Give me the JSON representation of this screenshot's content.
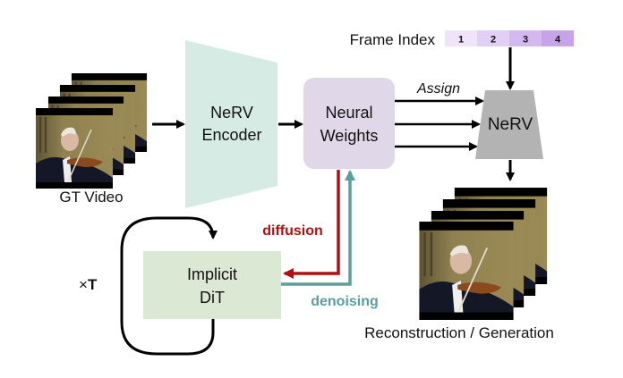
{
  "diagram": {
    "input": {
      "label": "GT Video",
      "frame_count": 4
    },
    "encoder": {
      "line1": "NeRV",
      "line2": "Encoder",
      "color": "#d5ebe4"
    },
    "weights": {
      "line1": "Neural",
      "line2": "Weights",
      "color": "#e0d7e8"
    },
    "decoder": {
      "label": "NeRV",
      "color": "#b3b3b3"
    },
    "frame_index": {
      "label": "Frame Index",
      "cells": [
        {
          "text": "1",
          "color": "#efe4fa"
        },
        {
          "text": "2",
          "color": "#e2cff5"
        },
        {
          "text": "3",
          "color": "#d4b8f0"
        },
        {
          "text": "4",
          "color": "#c7a3eb"
        }
      ]
    },
    "assign_label": "Assign",
    "dit": {
      "line1": "Implicit",
      "line2": "DiT",
      "color": "#dbe8d4"
    },
    "loop_label_prefix": "×",
    "loop_label_var": "T",
    "diffusion": {
      "label": "diffusion",
      "color": "#b01010"
    },
    "denoising": {
      "label": "denoising",
      "color": "#5a9e9e"
    },
    "output": {
      "label": "Reconstruction / Generation",
      "frame_count": 4
    }
  }
}
